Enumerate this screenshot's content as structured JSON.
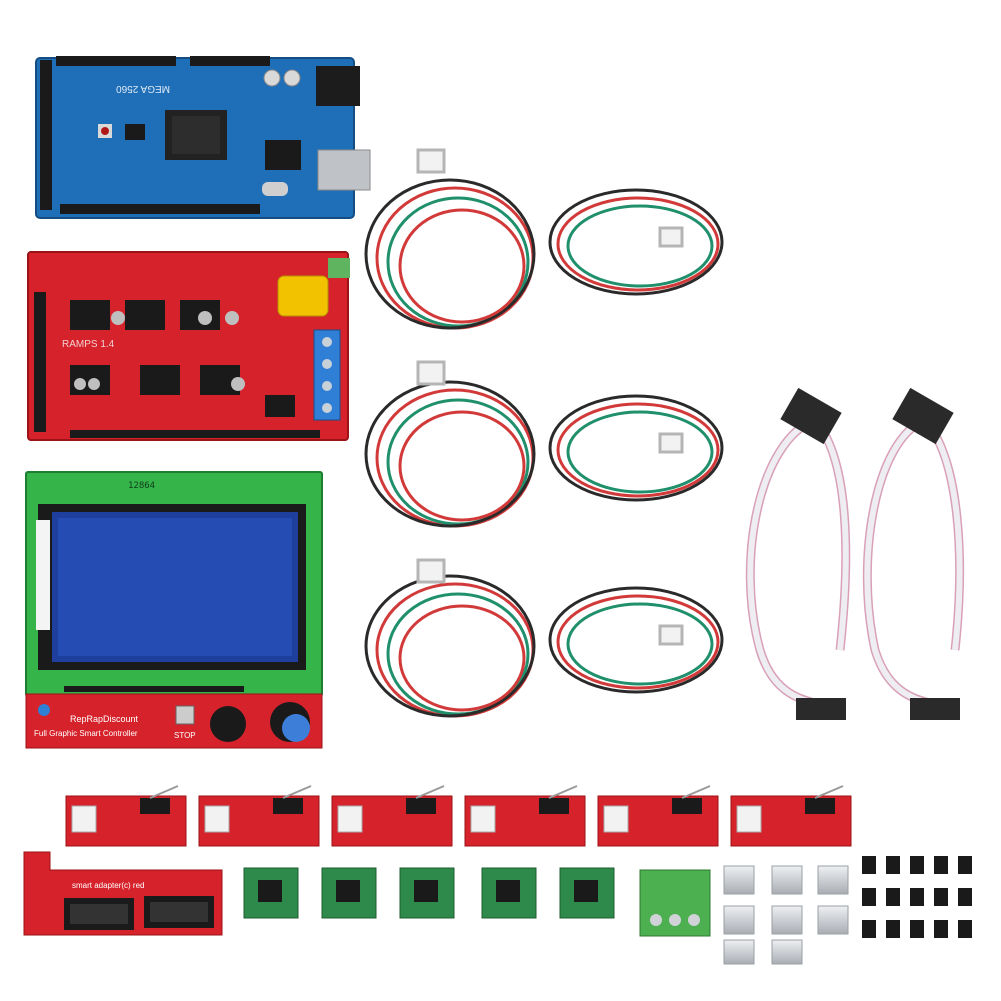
{
  "boards": {
    "mega_label": "MEGA 2560",
    "lcd_top_label": "12864",
    "lcd_name": "RepRapDiscount",
    "lcd_subtitle": "Full Graphic Smart Controller",
    "lcd_stop": "STOP",
    "adapter_label": "smart adapter(c) red",
    "ramps_label": "RAMPS 1.4"
  },
  "colors": {
    "mega_board": "#1f6fb8",
    "ramps_board": "#d6222a",
    "lcd_pcb": "#35b44a",
    "lcd_screen": "#1f3f9e",
    "wire_red": "#d23a3a",
    "wire_green": "#1f8f6c",
    "wire_black": "#2a2a2a",
    "ribbon": "#e9e9ee",
    "heatsink": "#c9ccd1"
  },
  "counts": {
    "motor_cables": 6,
    "ribbon_cables": 2,
    "endstops": 6,
    "drivers": 5,
    "heatsinks": 8,
    "jumpers": 15
  }
}
